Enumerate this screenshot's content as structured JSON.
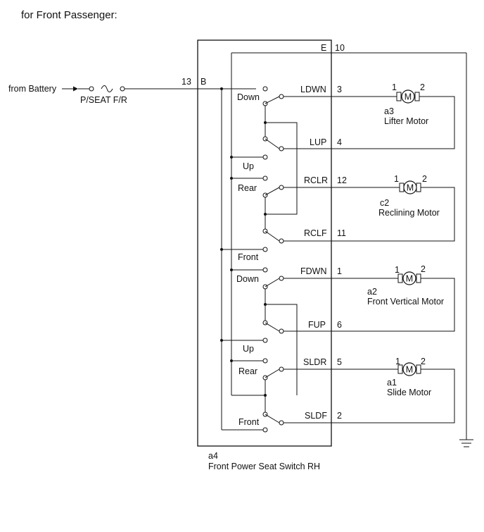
{
  "title": "for Front Passenger:",
  "source": "from Battery",
  "fuse": "P/SEAT F/R",
  "switch": {
    "code": "a4",
    "name": "Front Power Seat Switch RH",
    "pins": {
      "b_num": "13",
      "b_name": "B",
      "e_name": "E",
      "e_num": "10",
      "ldwn_name": "LDWN",
      "ldwn_num": "3",
      "lup_name": "LUP",
      "lup_num": "4",
      "rclr_name": "RCLR",
      "rclr_num": "12",
      "rclf_name": "RCLF",
      "rclf_num": "11",
      "fdwn_name": "FDWN",
      "fdwn_num": "1",
      "fup_name": "FUP",
      "fup_num": "6",
      "sldr_name": "SLDR",
      "sldr_num": "5",
      "sldf_name": "SLDF",
      "sldf_num": "2"
    },
    "positions": {
      "lifter_down": "Down",
      "lifter_up": "Up",
      "recline_rear": "Rear",
      "recline_front": "Front",
      "vertical_down": "Down",
      "vertical_up": "Up",
      "slide_rear": "Rear",
      "slide_front": "Front"
    }
  },
  "motors": {
    "lifter": {
      "code": "a3",
      "name": "Lifter Motor",
      "pin1": "1",
      "pin2": "2",
      "symbol": "M"
    },
    "reclining": {
      "code": "c2",
      "name": "Reclining Motor",
      "pin1": "1",
      "pin2": "2",
      "symbol": "M"
    },
    "vertical": {
      "code": "a2",
      "name": "Front Vertical Motor",
      "pin1": "1",
      "pin2": "2",
      "symbol": "M"
    },
    "slide": {
      "code": "a1",
      "name": "Slide Motor",
      "pin1": "1",
      "pin2": "2",
      "symbol": "M"
    }
  }
}
